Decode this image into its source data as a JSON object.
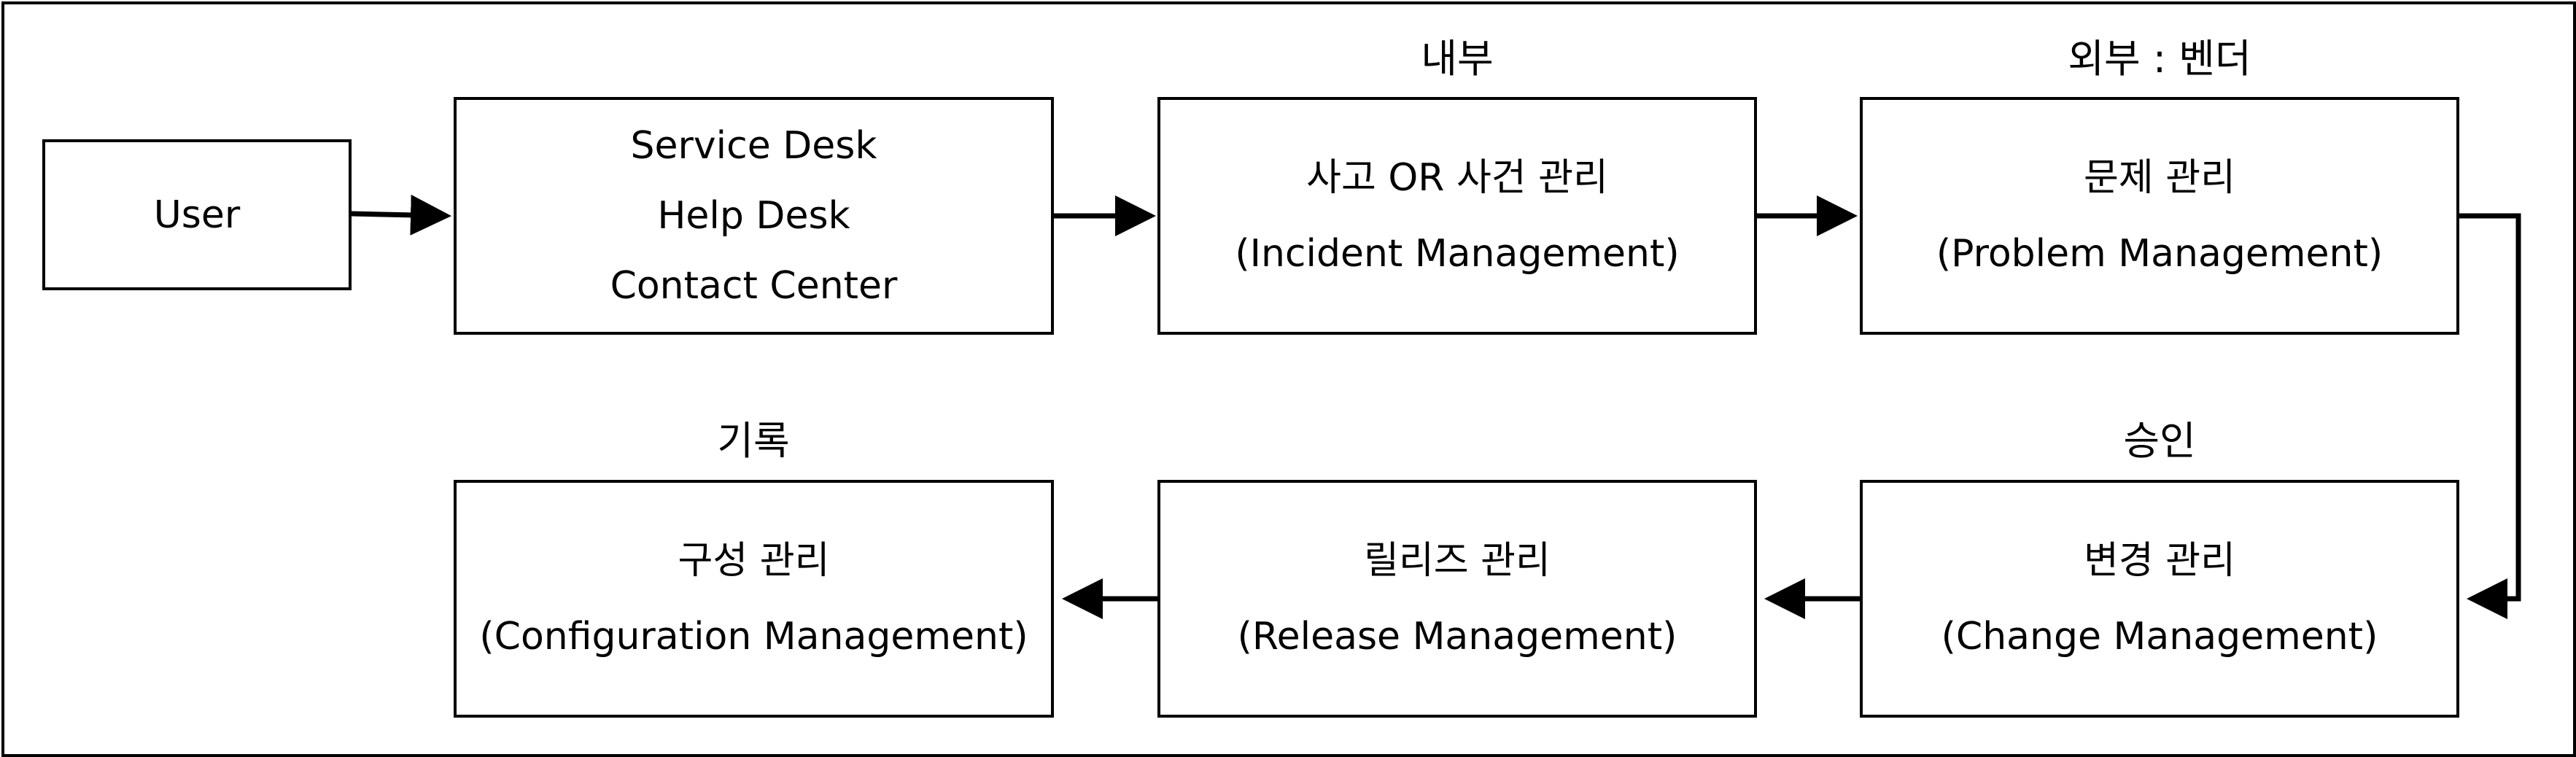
{
  "nodes": {
    "user": {
      "line1": "User"
    },
    "desk": {
      "line1": "Service Desk",
      "line2": "Help Desk",
      "line3": "Contact Center"
    },
    "incident": {
      "line1": "사고 OR 사건 관리",
      "line2": "(Incident Management)"
    },
    "problem": {
      "line1": "문제 관리",
      "line2": "(Problem Management)"
    },
    "change": {
      "line1": "변경 관리",
      "line2": "(Change Management)"
    },
    "release": {
      "line1": "릴리즈 관리",
      "line2": "(Release Management)"
    },
    "config": {
      "line1": "구성 관리",
      "line2": "(Configuration Management)"
    }
  },
  "labels": {
    "internal": "내부",
    "external": "외부 : 벤더",
    "approval": "승인",
    "record": "기록"
  },
  "edges": [
    {
      "from": "user",
      "to": "desk"
    },
    {
      "from": "desk",
      "to": "incident"
    },
    {
      "from": "incident",
      "to": "problem"
    },
    {
      "from": "problem",
      "to": "change"
    },
    {
      "from": "change",
      "to": "release"
    },
    {
      "from": "release",
      "to": "config"
    }
  ]
}
